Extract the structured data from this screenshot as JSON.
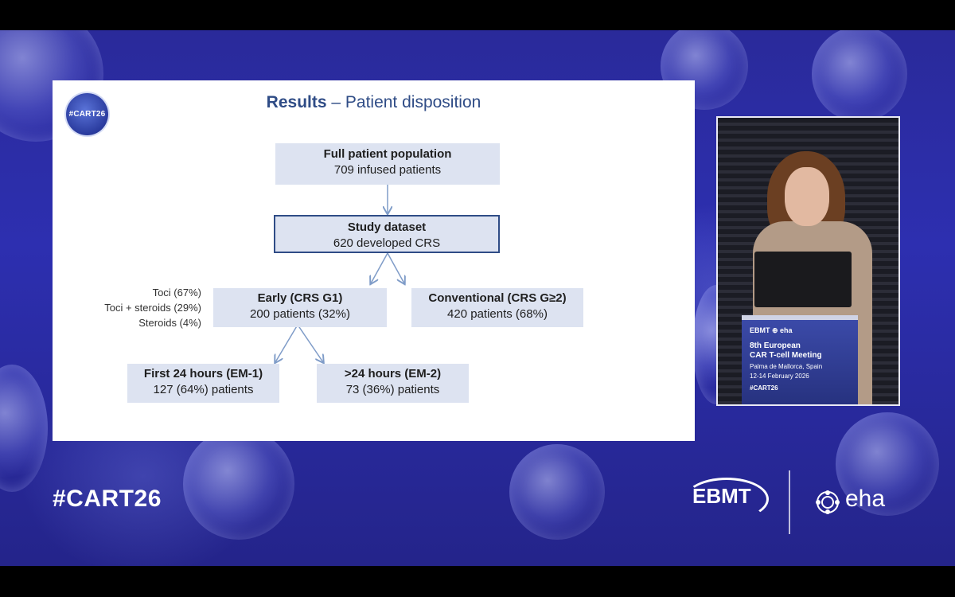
{
  "slide": {
    "logo_text": "#CART26",
    "title_bold": "Results",
    "title_rest": " – Patient disposition",
    "boxes": {
      "full": {
        "heading": "Full patient population",
        "detail": "709 infused patients"
      },
      "study": {
        "heading": "Study dataset",
        "detail": "620 developed CRS"
      },
      "early": {
        "heading": "Early (CRS G1)",
        "detail": "200 patients (32%)"
      },
      "conventional": {
        "heading": "Conventional (CRS G≥2)",
        "detail": "420 patients (68%)"
      },
      "em1": {
        "heading": "First 24 hours (EM-1)",
        "detail": "127 (64%) patients"
      },
      "em2": {
        "heading": ">24 hours (EM-2)",
        "detail": "73 (36%) patients"
      }
    },
    "treatment_breakdown": [
      "Toci (67%)",
      "Toci + steroids (29%)",
      "Steroids (4%)"
    ]
  },
  "podium": {
    "brand": "EBMT  ⊕ eha",
    "line1": "8th European",
    "line2": "CAR T-cell Meeting",
    "location": "Palma de Mallorca, Spain",
    "dates": "12-14 February 2026",
    "hashtag": "#CART26"
  },
  "footer": {
    "hashtag": "#CART26",
    "ebmt": "EBMT",
    "eha": "eha"
  },
  "colors": {
    "title": "#2f4c86",
    "box_fill": "#dde3f1",
    "arrow": "#7f9cc8",
    "background": "#2d2fb0"
  }
}
